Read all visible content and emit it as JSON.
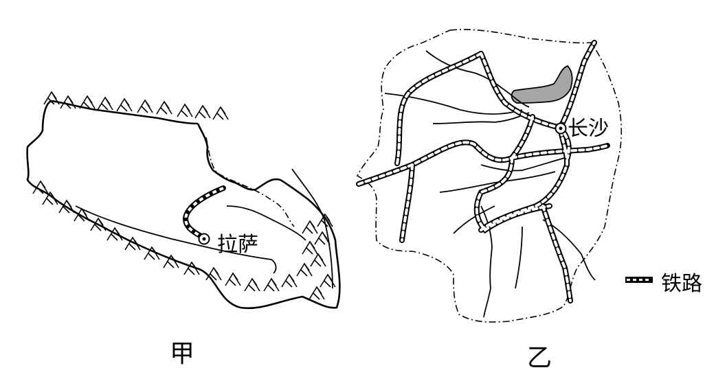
{
  "maps": [
    {
      "caption": "甲",
      "city": "拉萨"
    },
    {
      "caption": "乙",
      "city": "长沙"
    }
  ],
  "legend": {
    "railway": "铁路"
  },
  "colors": {
    "ink": "#000000",
    "rail_fill": "#ffffff",
    "lake": "#a6a6a6"
  }
}
